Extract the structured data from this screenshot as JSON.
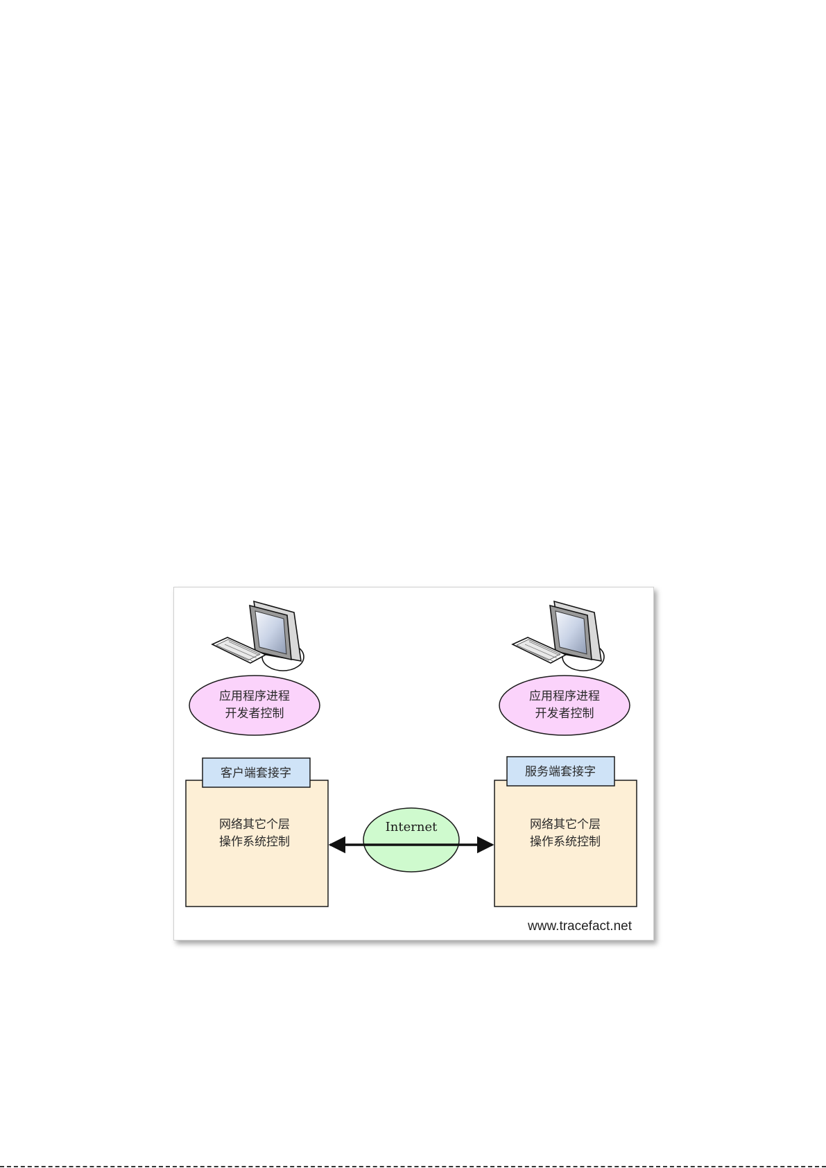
{
  "diagram": {
    "client": {
      "process_line1": "应用程序进程",
      "process_line2": "开发者控制",
      "socket_label": "客户端套接字",
      "stack_line1": "网络其它个层",
      "stack_line2": "操作系统控制",
      "icon": "computer-icon"
    },
    "server": {
      "process_line1": "应用程序进程",
      "process_line2": "开发者控制",
      "socket_label": "服务端套接字",
      "stack_line1": "网络其它个层",
      "stack_line2": "操作系统控制",
      "icon": "computer-icon"
    },
    "network_label": "Internet",
    "watermark": "www.tracefact.net",
    "colors": {
      "process_fill": "#fbd3fb",
      "socket_fill": "#cfe3f7",
      "stack_fill": "#fdefd6",
      "internet_fill": "#cfface",
      "outline": "#1a1a1a"
    }
  }
}
